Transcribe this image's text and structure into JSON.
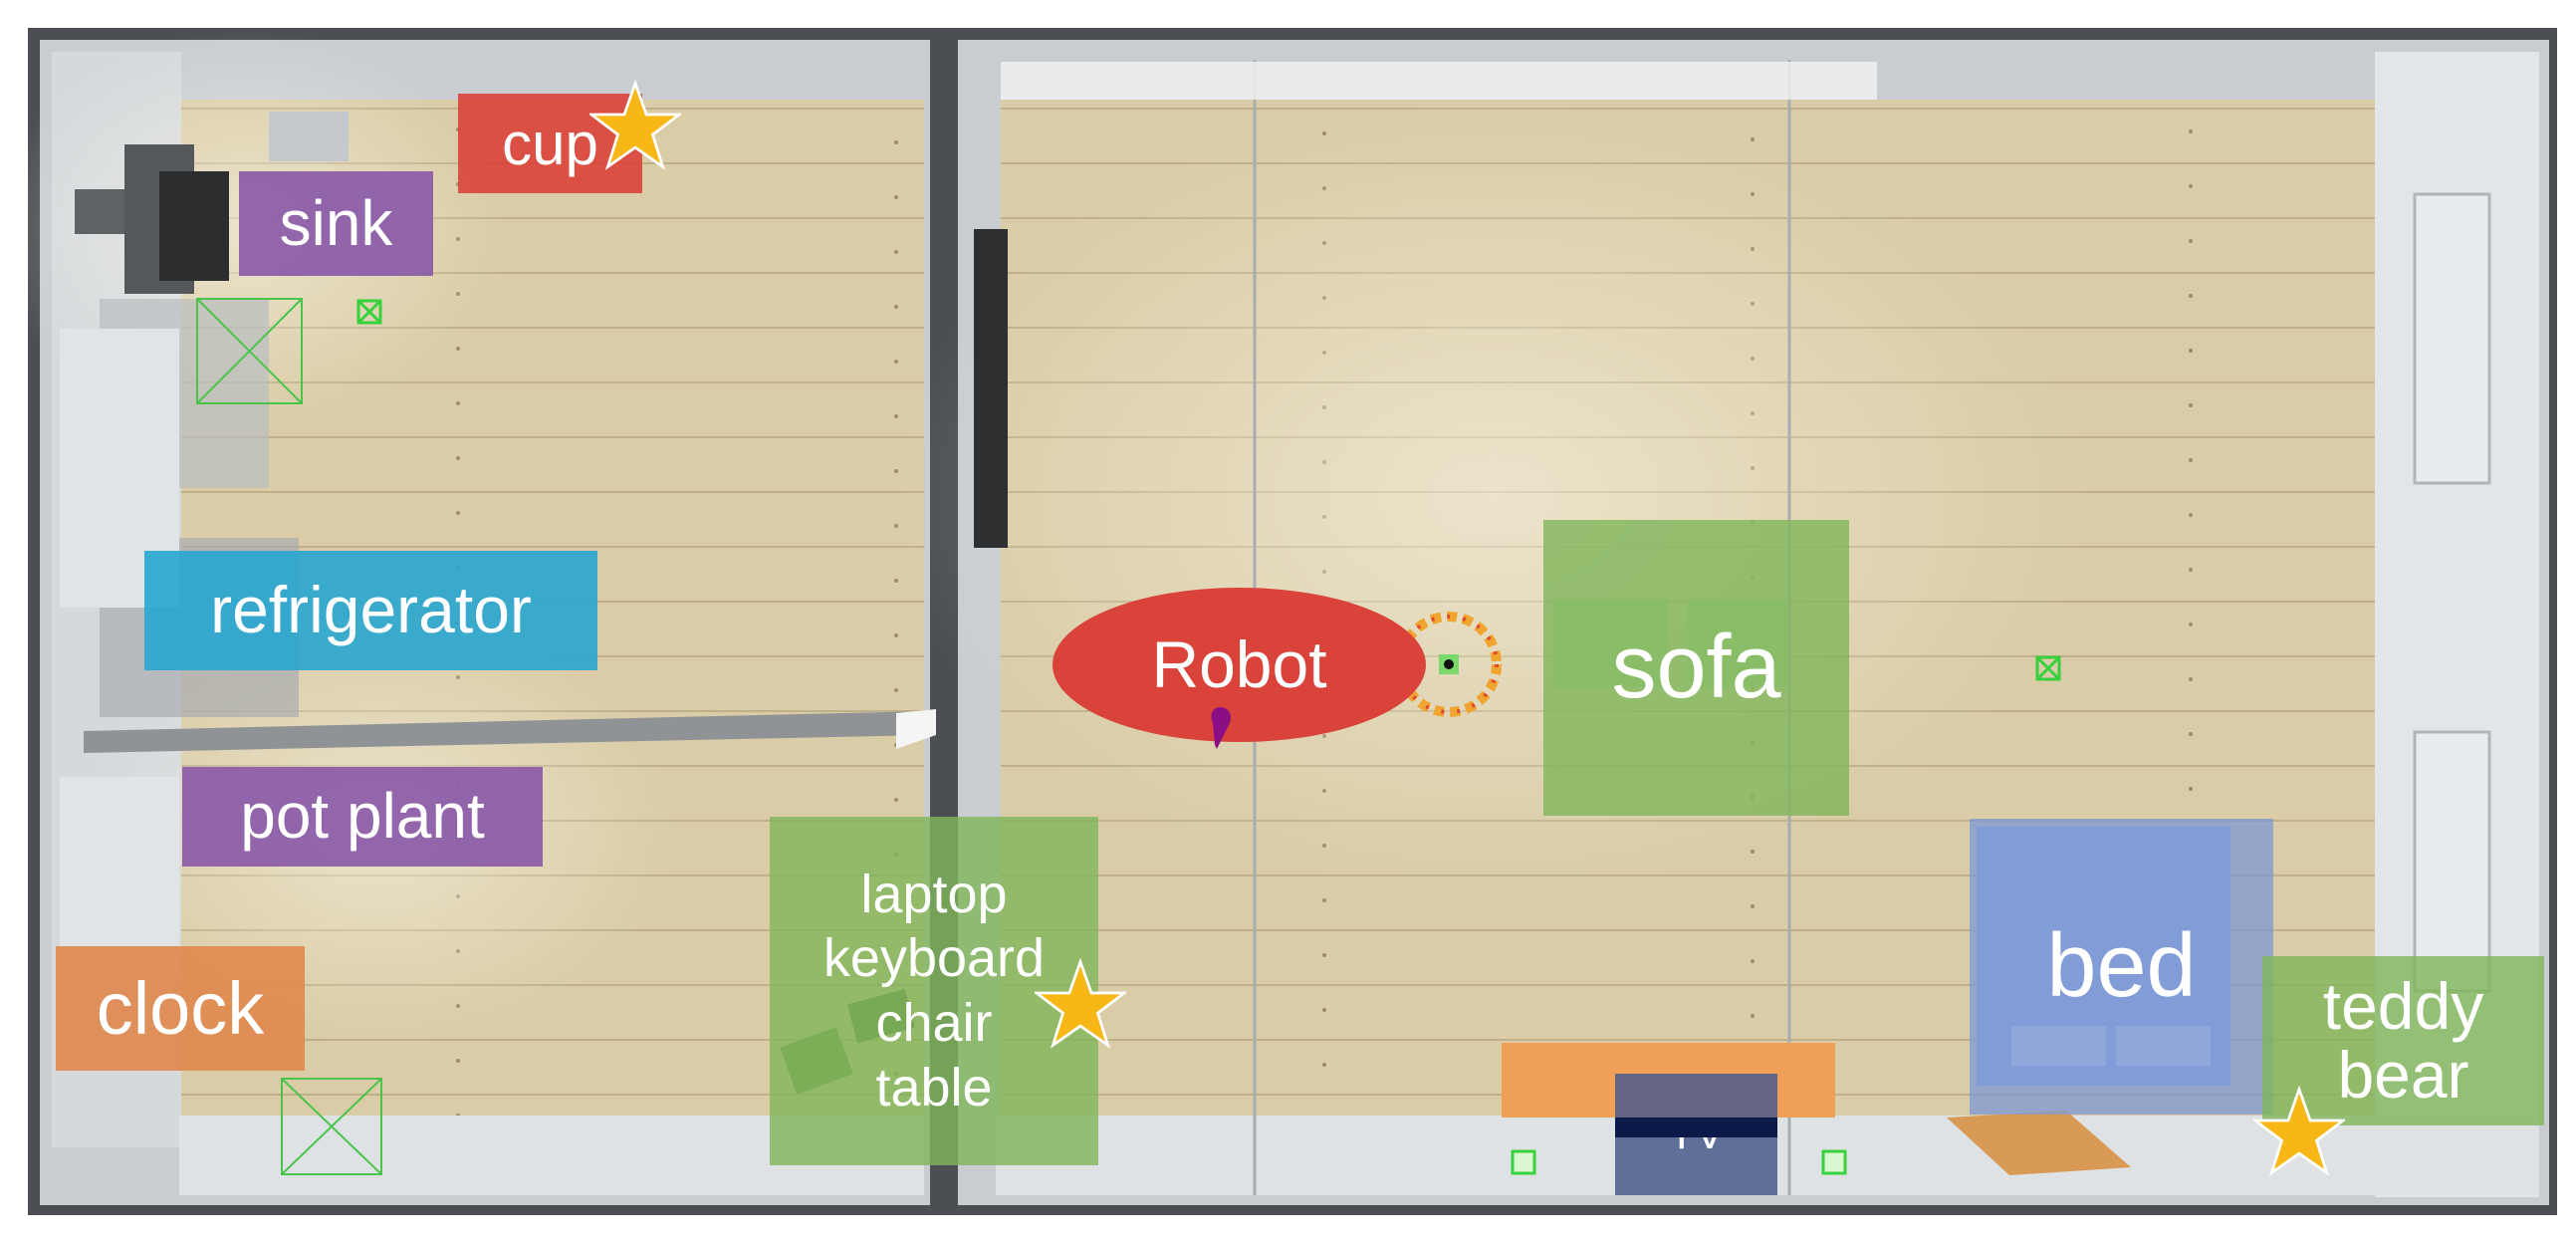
{
  "labels": {
    "cup": "cup",
    "sink": "sink",
    "refrigerator": "refrigerator",
    "pot_plant": "pot plant",
    "clock": "clock",
    "laptop_group": [
      "laptop",
      "keyboard",
      "chair",
      "table"
    ],
    "robot": "Robot",
    "sofa": "sofa",
    "bed": "bed",
    "teddy_bear": [
      "teddy",
      "bear"
    ],
    "tv": "TV"
  },
  "colors": {
    "red": "#d9433a",
    "purple": "#8b5aa8",
    "blue": "#2ea6cc",
    "orange": "#e08a4e",
    "green": "#7fb55a",
    "bed_blue": "#7d98d4",
    "tv_navy": "#4a5a8a",
    "star": "#f7b716",
    "floor": "#d8cba3",
    "wall": "#c9cdd0"
  },
  "icons": [
    "goal-star-icon",
    "waypoint-marker-icon"
  ]
}
